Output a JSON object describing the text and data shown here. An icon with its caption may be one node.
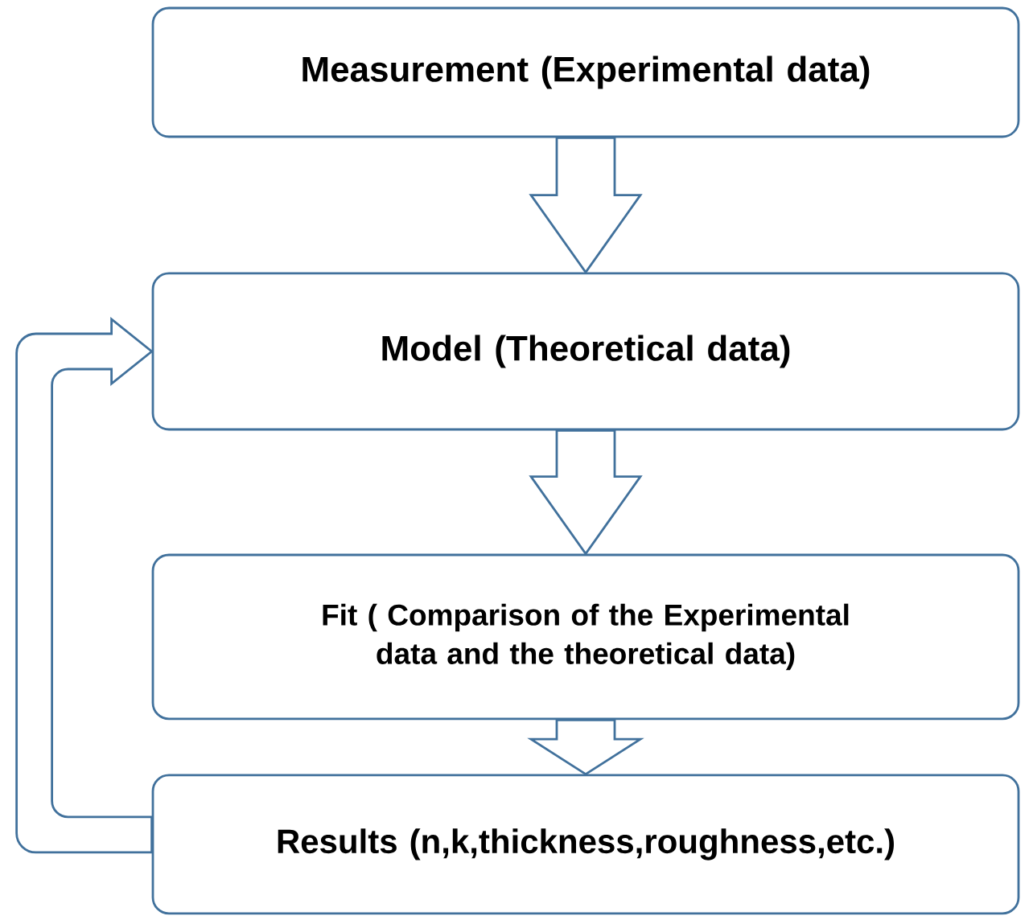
{
  "diagram": {
    "nodes": [
      {
        "text": [
          "Measurement (Experimental data)"
        ]
      },
      {
        "text": [
          "Model (Theoretical data)"
        ]
      },
      {
        "text": [
          "Fit ( Comparison of the Experimental data and the theoretical data)"
        ]
      },
      {
        "text": [
          "Results (n,k,thickness,roughness,etc.)"
        ]
      }
    ],
    "edges": [
      {
        "from": 0,
        "to": 1,
        "arrow": "to"
      },
      {
        "from": 1,
        "to": 2,
        "arrow": "to"
      },
      {
        "from": 2,
        "to": 3,
        "arrow": "to"
      },
      {
        "from": 3,
        "to": 1,
        "arrow": "to"
      }
    ]
  }
}
